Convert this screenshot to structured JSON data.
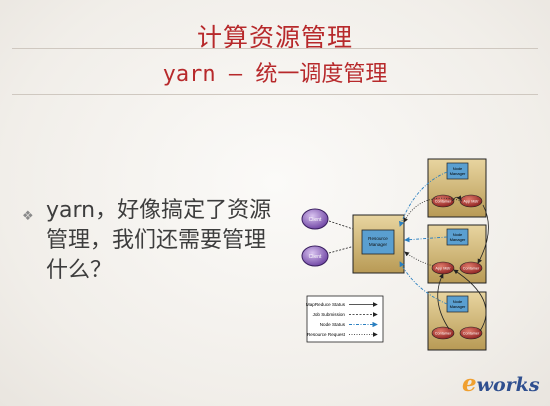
{
  "slide": {
    "title_line1": "计算资源管理",
    "title_line2": "yarn – 统一调度管理",
    "bullet_icon": "diamond-bullet-icon",
    "bullet_text": "yarn，好像搞定了资源管理，我们还需要管理什么？"
  },
  "diagram": {
    "clients": [
      "Client",
      "Client"
    ],
    "resource_manager": "Resource Manager",
    "nodes": [
      {
        "manager": "Node Manager",
        "left": "Container",
        "right": "App Mstr"
      },
      {
        "manager": "Node Manager",
        "left": "App Mstr",
        "right": "Container"
      },
      {
        "manager": "Node Manager",
        "left": "Container",
        "right": "Container"
      }
    ],
    "legend": [
      "MapReduce Status",
      "Job Submission",
      "Node Status",
      "Resource Request"
    ],
    "colors": {
      "node_box": "#c9b27a",
      "client": "#8a5fb5",
      "inner_box": "#5a9fd0",
      "container": "#b23a3a"
    }
  },
  "brand": {
    "logo_e": "e",
    "logo_rest": "works"
  }
}
